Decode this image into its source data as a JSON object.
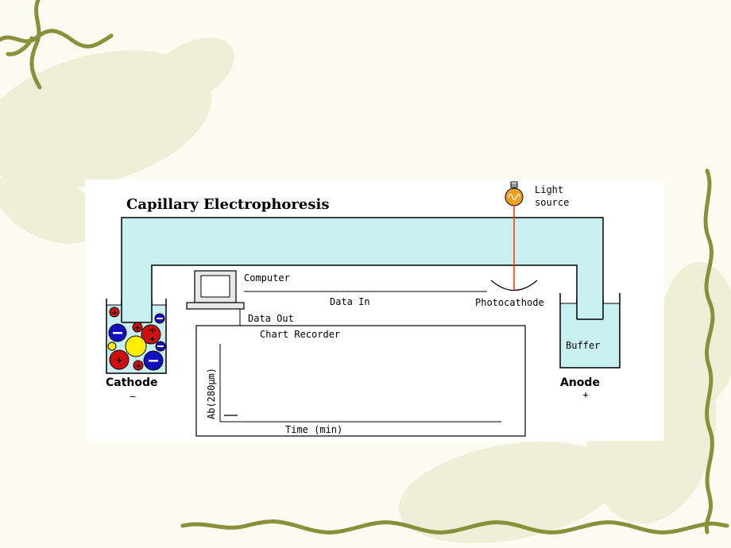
{
  "title": "Capillary Electrophoresis",
  "labels": {
    "light_source_line1": "Light",
    "light_source_line2": "source",
    "computer": "Computer",
    "data_in": "Data In",
    "photocathode": "Photocathode",
    "data_out": "Data Out",
    "chart_recorder": "Chart Recorder",
    "buffer": "Buffer",
    "cathode": "Cathode",
    "cathode_sign": "—",
    "anode": "Anode",
    "anode_sign": "+",
    "y_axis": "Ab(280µm)",
    "x_axis": "Time (min)"
  },
  "colors": {
    "capillary": "#c9f0f0",
    "buffer": "#c9f0f0",
    "light_beam": "#ff3300",
    "bulb": "#f0a020",
    "negative_ion": "#1010c0",
    "positive_ion": "#d01010",
    "neutral": "#ffee00",
    "vine": "#8a8f3a"
  },
  "particles": [
    {
      "charge": "+",
      "color": "#d01010",
      "size": "small"
    },
    {
      "charge": "-",
      "color": "#1010c0",
      "size": "small"
    },
    {
      "charge": "-",
      "color": "#1010c0",
      "size": "large"
    },
    {
      "charge": "+",
      "color": "#d01010",
      "size": "large"
    },
    {
      "charge": "0",
      "color": "#ffee00",
      "size": "large"
    },
    {
      "charge": "-",
      "color": "#1010c0",
      "size": "large"
    },
    {
      "charge": "+",
      "color": "#d01010",
      "size": "large"
    }
  ]
}
